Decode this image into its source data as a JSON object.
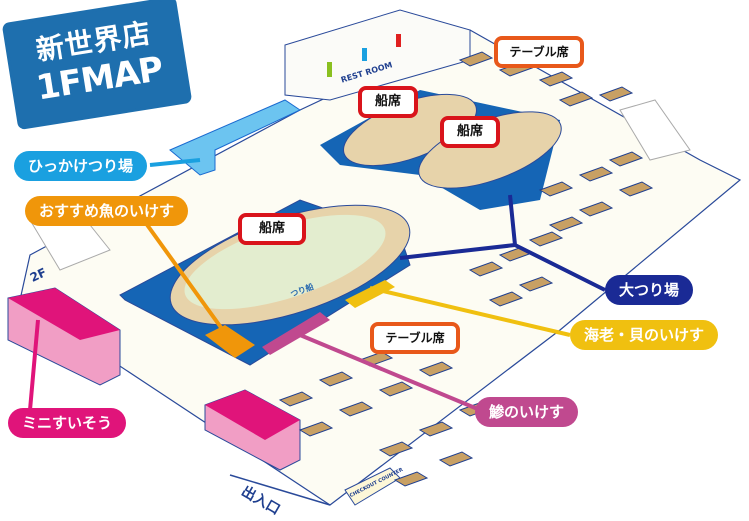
{
  "title": {
    "line1": "新世界店",
    "line2": "1FMAP"
  },
  "restroom": "REST ROOM",
  "seat_tags": {
    "boat_seat_1": "船席",
    "boat_seat_2": "船席",
    "boat_seat_3": "船席",
    "table_seat_1": "テーブル席",
    "table_seat_2": "テーブル席"
  },
  "callouts": {
    "hikkake": "ひっかけつり場",
    "osusume": "おすすめ魚のいけす",
    "oo_tsuri": "大つり場",
    "ebi_kai": "海老・貝のいけす",
    "aji": "鯵のいけす",
    "mini": "ミニすいそう"
  },
  "boat_name": "つり船",
  "floor_2f": "2F",
  "entrance": "出入口",
  "checkout": "CHECKOUT COUNTER",
  "colors": {
    "hikkake": "#1aa0e0",
    "osusume": "#f0960a",
    "oo_tsuri": "#1a2a95",
    "ebi_kai": "#f0c010",
    "aji": "#c0498f",
    "mini": "#e0147a",
    "water": "#1565b5",
    "boat_tag": "#d9141b",
    "table_tag": "#e8581a"
  }
}
